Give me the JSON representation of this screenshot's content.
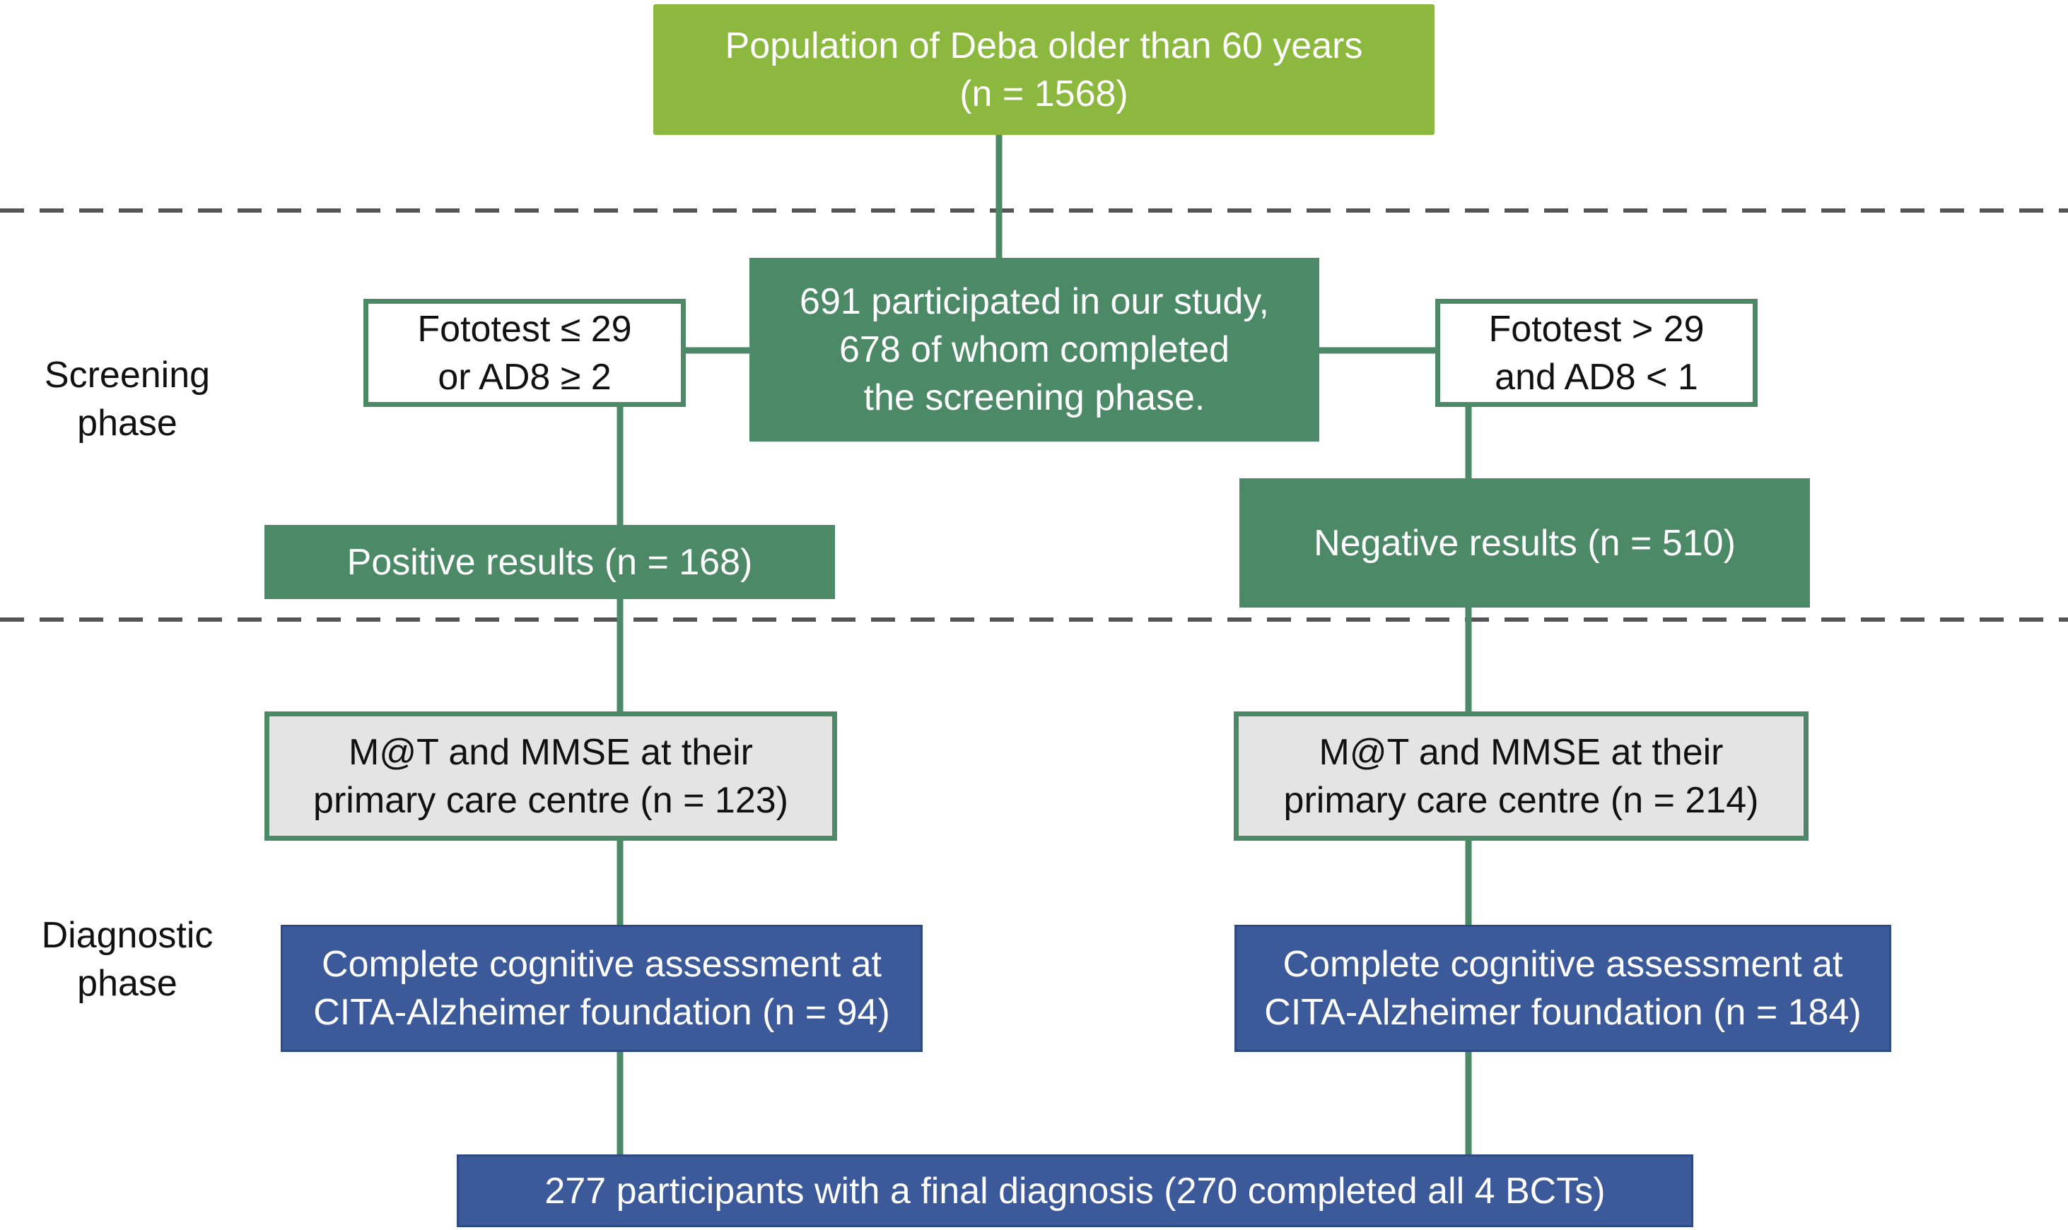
{
  "diagram": {
    "phases": {
      "screening": "Screening\nphase",
      "diagnostic": "Diagnostic\nphase"
    },
    "nodes": {
      "population": "Population of Deba older than 60 years\n(n = 1568)",
      "participated": "691 participated in our study,\n678 of whom completed\nthe screening phase.",
      "criteria_positive": "Fototest ≤ 29\nor AD8 ≥ 2",
      "criteria_negative": "Fototest > 29\nand AD8 < 1",
      "positive_results": "Positive results (n = 168)",
      "negative_results": "Negative results (n = 510)",
      "mat_positive": "M@T and MMSE at their\nprimary care centre (n = 123)",
      "mat_negative": "M@T and MMSE at their\nprimary care centre (n = 214)",
      "cita_positive": "Complete cognitive assessment at\nCITA-Alzheimer foundation (n = 94)",
      "cita_negative": "Complete cognitive assessment at\nCITA-Alzheimer foundation (n = 184)",
      "final": "277 participants with a final diagnosis (270 completed all 4 BCTs)"
    },
    "colors": {
      "light_green": "#8cb83f",
      "dark_green": "#4c8a67",
      "grey_fill": "#e4e4e4",
      "blue": "#3c5a99",
      "divider": "#555555"
    }
  }
}
